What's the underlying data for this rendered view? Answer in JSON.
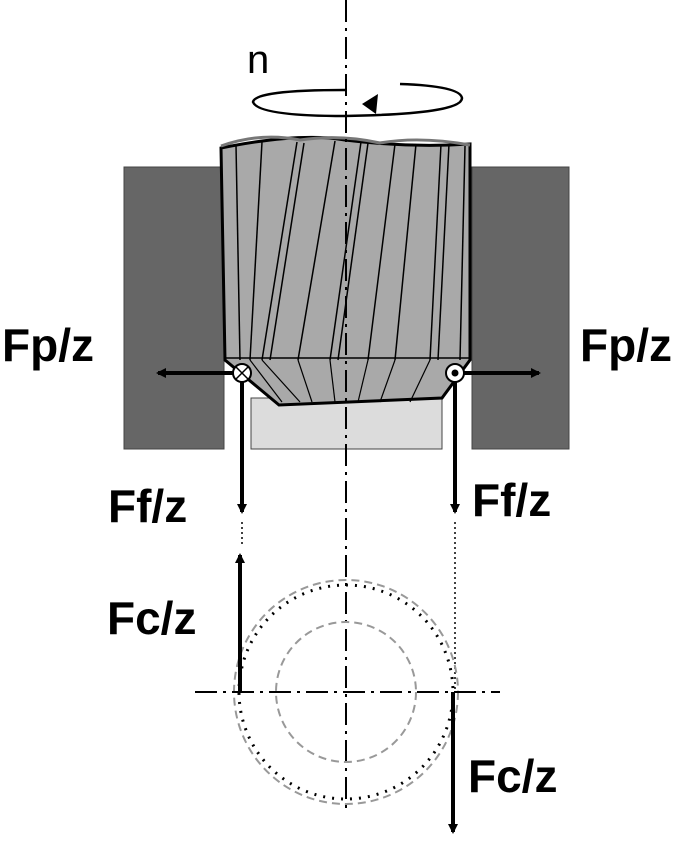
{
  "labels": {
    "rotation": "n",
    "fp_left": "Fp/z",
    "fp_right": "Fp/z",
    "ff_left": "Ff/z",
    "ff_right": "Ff/z",
    "fc_left": "Fc/z",
    "fc_right": "Fc/z"
  },
  "colors": {
    "workpiece": "#666666",
    "tool": "#a9a9a9",
    "pocket_floor": "#dcdcdc",
    "dashed_circle": "#999999",
    "line": "#000000"
  }
}
